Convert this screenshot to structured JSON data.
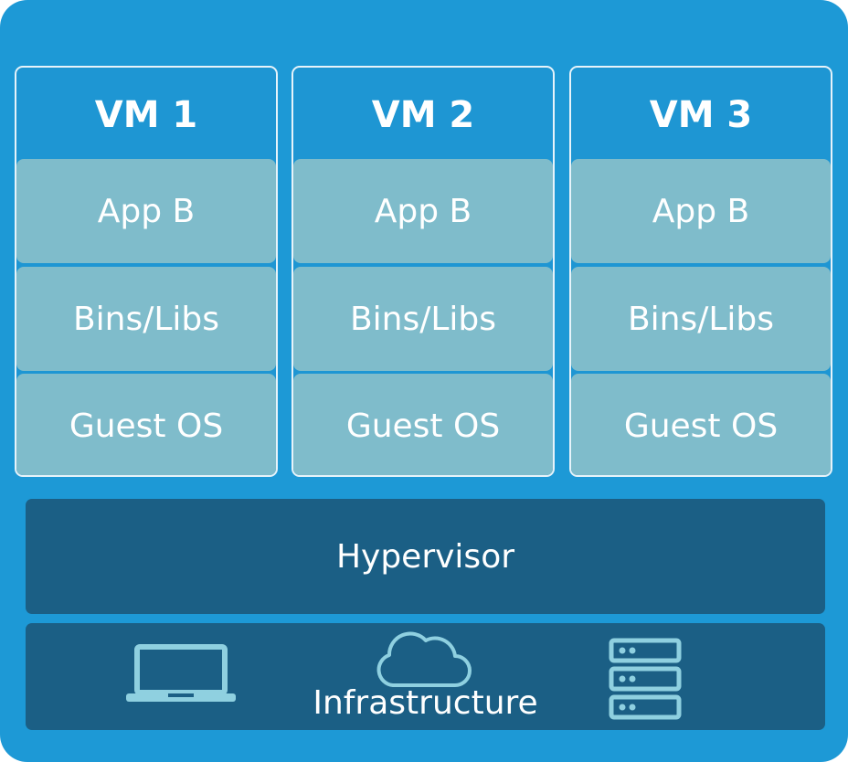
{
  "vms": [
    {
      "title": "VM 1",
      "layers": [
        "App B",
        "Bins/Libs",
        "Guest OS"
      ]
    },
    {
      "title": "VM 2",
      "layers": [
        "App B",
        "Bins/Libs",
        "Guest OS"
      ]
    },
    {
      "title": "VM 3",
      "layers": [
        "App B",
        "Bins/Libs",
        "Guest OS"
      ]
    }
  ],
  "hypervisor": {
    "label": "Hypervisor"
  },
  "infrastructure": {
    "label": "Infrastructure",
    "icons": [
      "laptop-icon",
      "cloud-icon",
      "server-icon"
    ]
  },
  "colors": {
    "background": "#1d99d6",
    "vm_header": "#1e96d3",
    "layer": "#7fbccb",
    "hypervisor": "#1b5f85",
    "icon_stroke": "#8fd0e0"
  }
}
